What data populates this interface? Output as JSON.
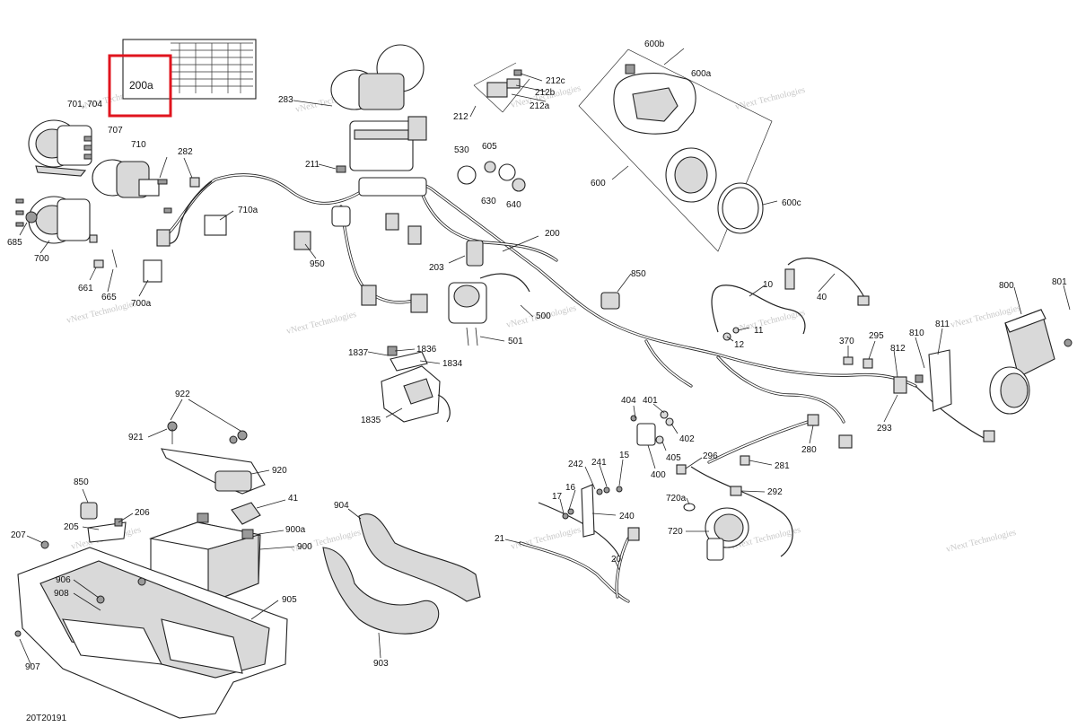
{
  "diagram": {
    "drawing_number": "20T20191",
    "highlighted_callout": "200a",
    "watermark_name": "vNext Technologies",
    "callouts": {
      "c701_704": "701, 704",
      "c707": "707",
      "c710": "710",
      "c282": "282",
      "c710a": "710a",
      "c685": "685",
      "c700": "700",
      "c661": "661",
      "c665": "665",
      "c700a": "700a",
      "c283": "283",
      "c211": "211",
      "c950": "950",
      "c212c": "212c",
      "c212b": "212b",
      "c212a": "212a",
      "c212": "212",
      "c530": "530",
      "c605": "605",
      "c630": "630",
      "c640": "640",
      "c600b": "600b",
      "c600a": "600a",
      "c600": "600",
      "c600c": "600c",
      "c200": "200",
      "c203": "203",
      "c850_top": "850",
      "c10": "10",
      "c40": "40",
      "c11": "11",
      "c12": "12",
      "c800": "800",
      "c801": "801",
      "c500": "500",
      "c501": "501",
      "c1837": "1837",
      "c1836": "1836",
      "c1834": "1834",
      "c1835": "1835",
      "c370": "370",
      "c295": "295",
      "c812": "812",
      "c810": "810",
      "c811": "811",
      "c293": "293",
      "c404": "404",
      "c401": "401",
      "c402": "402",
      "c405": "405",
      "c400": "400",
      "c280": "280",
      "c281": "281",
      "c296": "296",
      "c292": "292",
      "c922": "922",
      "c921": "921",
      "c920": "920",
      "c41": "41",
      "c850_bot": "850",
      "c205": "205",
      "c206": "206",
      "c207": "207",
      "c900a": "900a",
      "c900": "900",
      "c906": "906",
      "c908": "908",
      "c905": "905",
      "c907": "907",
      "c904": "904",
      "c903": "903",
      "c242": "242",
      "c241": "241",
      "c15": "15",
      "c16": "16",
      "c17": "17",
      "c240": "240",
      "c21": "21",
      "c20": "20",
      "c720a": "720a",
      "c720": "720"
    }
  }
}
